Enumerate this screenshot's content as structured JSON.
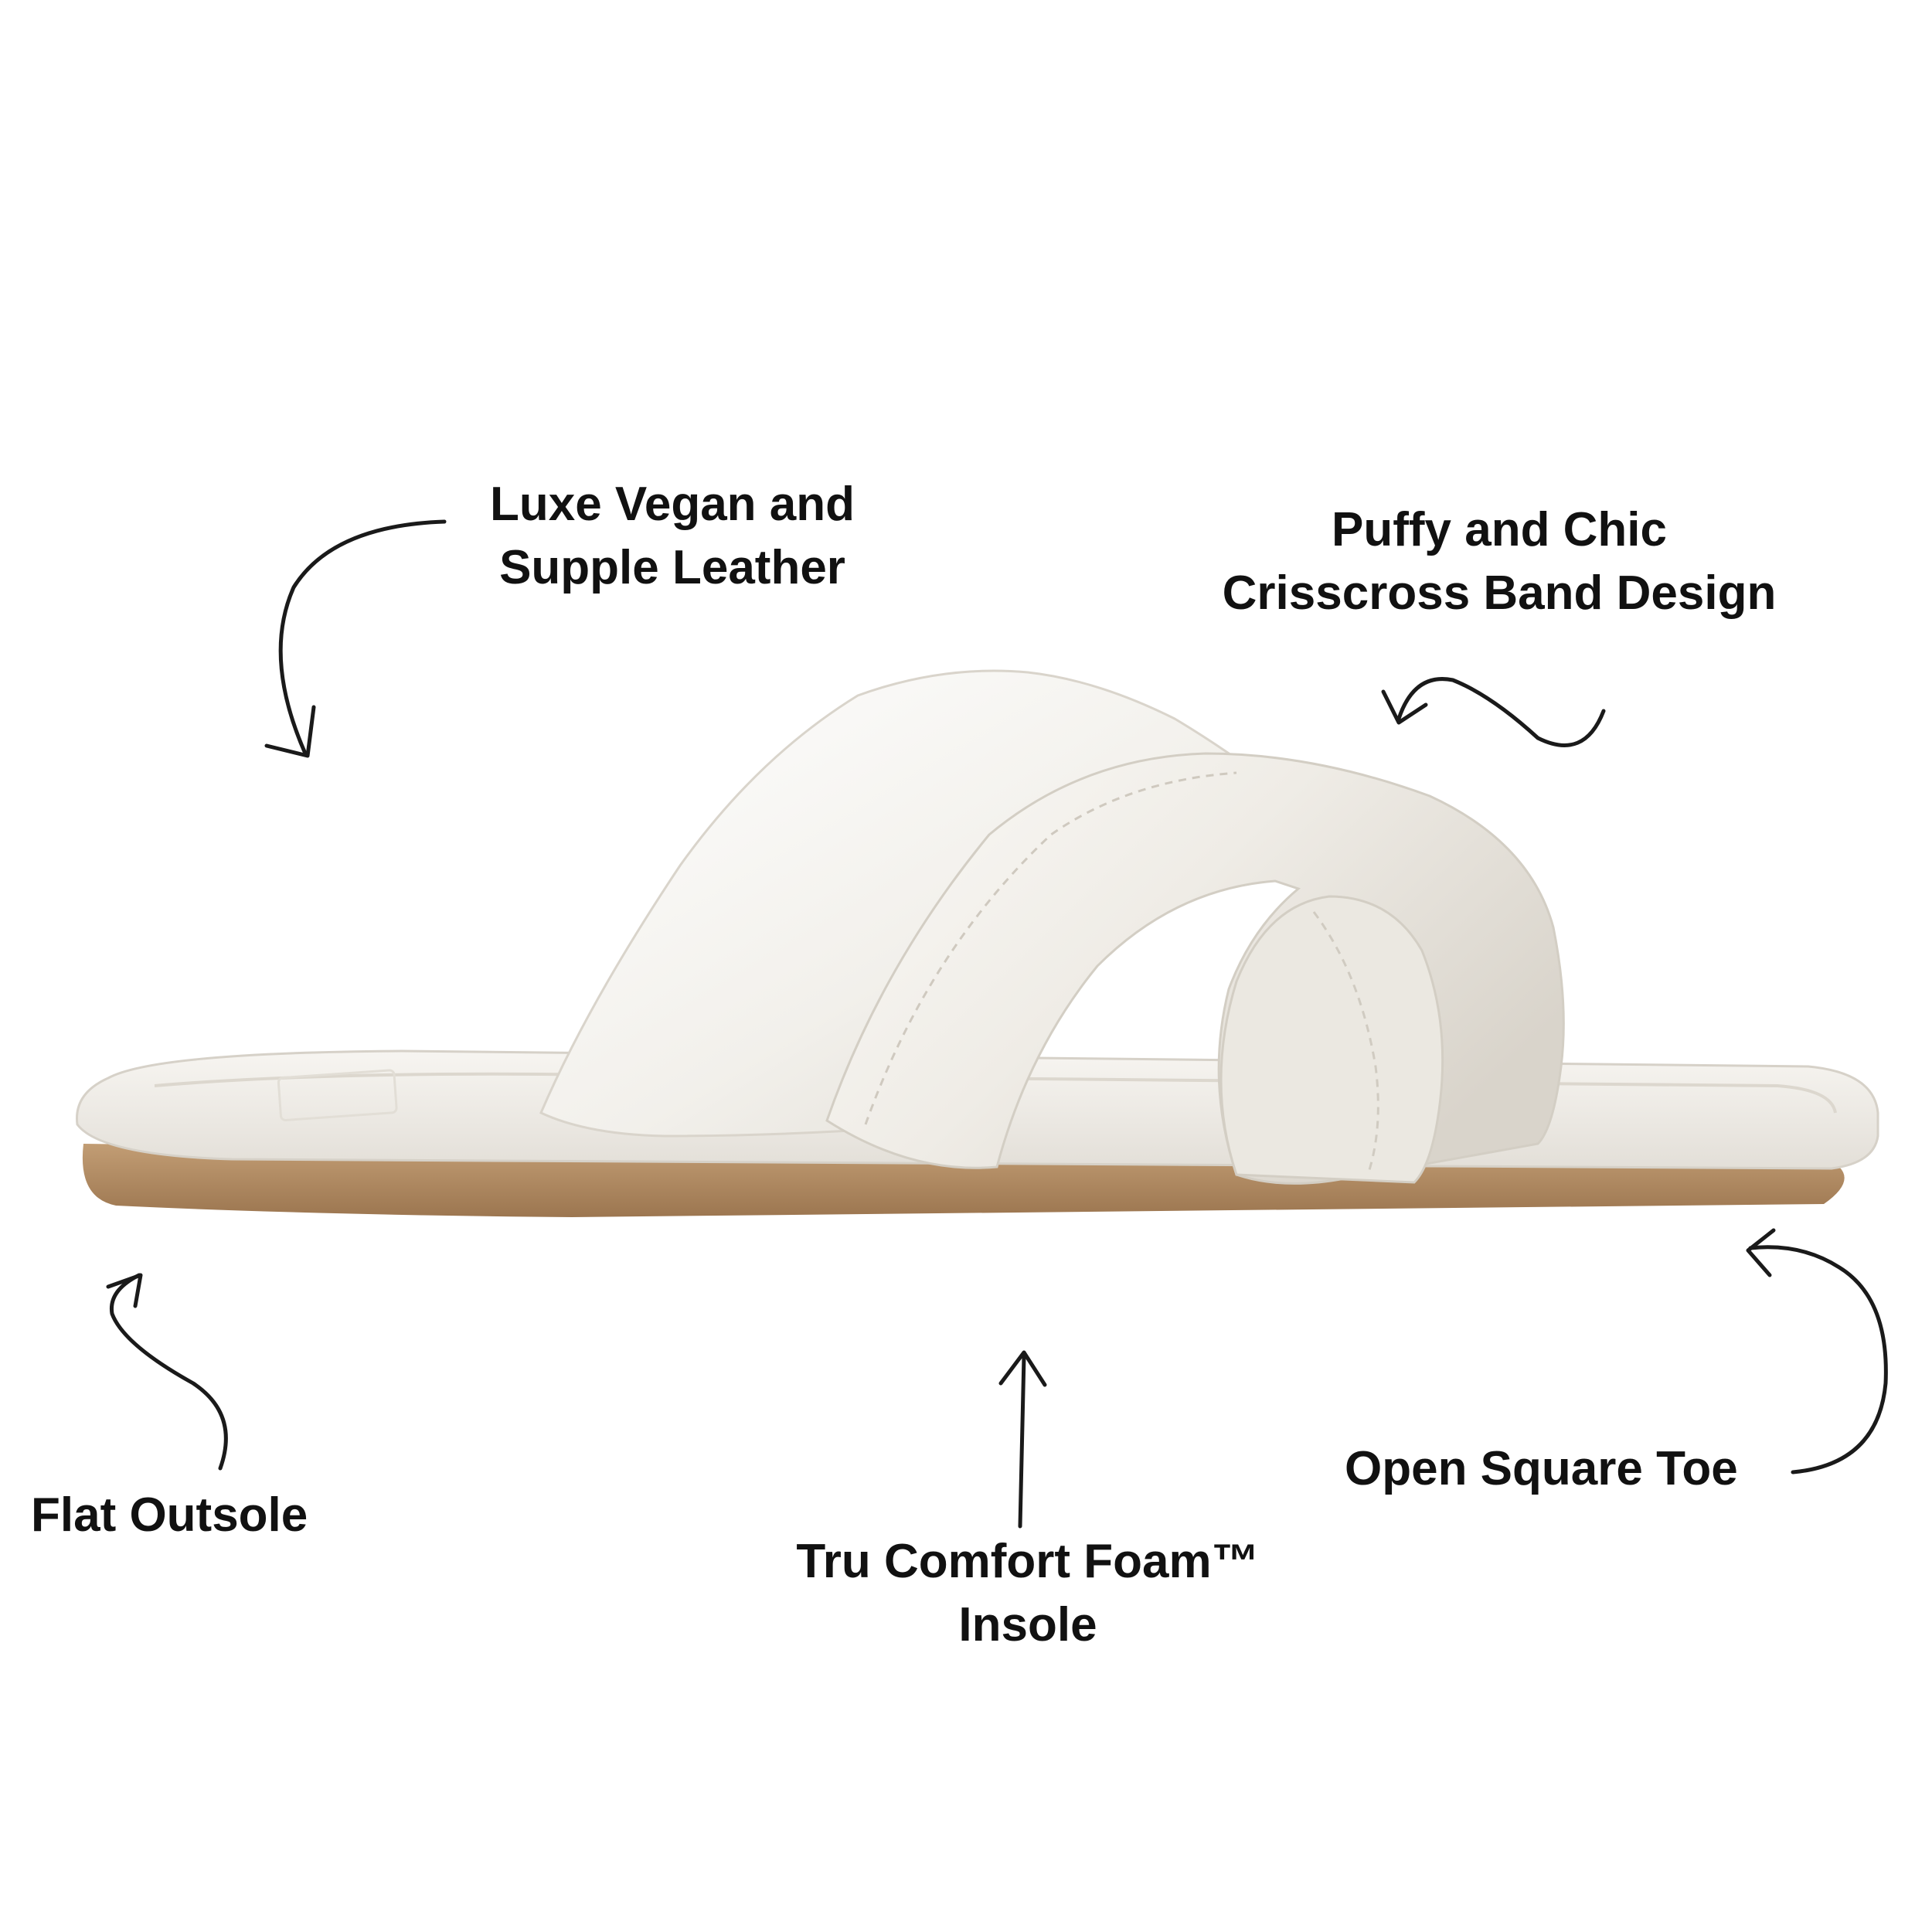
{
  "annotations": {
    "leather": {
      "line1": "Luxe Vegan and",
      "line2": "Supple Leather"
    },
    "band": {
      "line1": "Puffy and Chic",
      "line2": "Crisscross Band Design"
    },
    "outsole": {
      "line1": "Flat Outsole"
    },
    "foam": {
      "line1": "Tru Comfort Foam™",
      "line2": "Insole"
    },
    "toe": {
      "line1": "Open Square Toe"
    }
  },
  "colors": {
    "background": "#ffffff",
    "text": "#111111",
    "sandal_upper": "#f1efea",
    "sole": "#b08a63"
  },
  "icons": [
    "curved-arrow-icon",
    "wavy-arrow-icon",
    "straight-arrow-icon"
  ]
}
